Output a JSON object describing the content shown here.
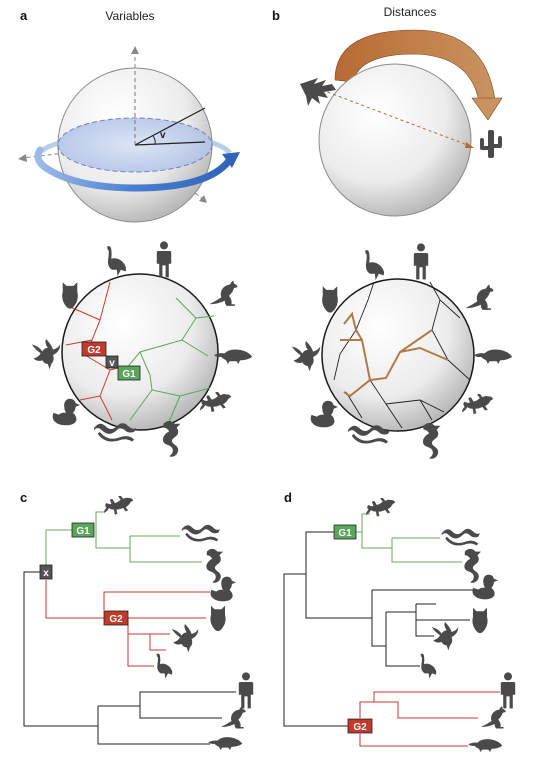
{
  "panels": {
    "a": {
      "letter": "a",
      "title": "Variables",
      "angle_label": "v"
    },
    "b": {
      "letter": "b",
      "title": "Distances"
    },
    "c": {
      "letter": "c"
    },
    "d": {
      "letter": "d"
    }
  },
  "tags": {
    "g1": "G1",
    "g2": "G2",
    "v": "v",
    "x": "x"
  },
  "colors": {
    "green_branch": "#6aaa5a",
    "red_branch": "#c0392b",
    "brown_branch": "#b07a4a",
    "green_tag": "#5aa65a",
    "red_tag": "#c23a2c",
    "dark_tag": "#555555",
    "arrow_blue": "#4a7fd0",
    "arrow_brown": "#9c5a2c",
    "silhouette": "#4a4a4a"
  },
  "species": [
    "bird-tall",
    "human",
    "owl",
    "kangaroo",
    "eagle",
    "platypus",
    "duck",
    "snake",
    "seahorse",
    "lizard"
  ]
}
